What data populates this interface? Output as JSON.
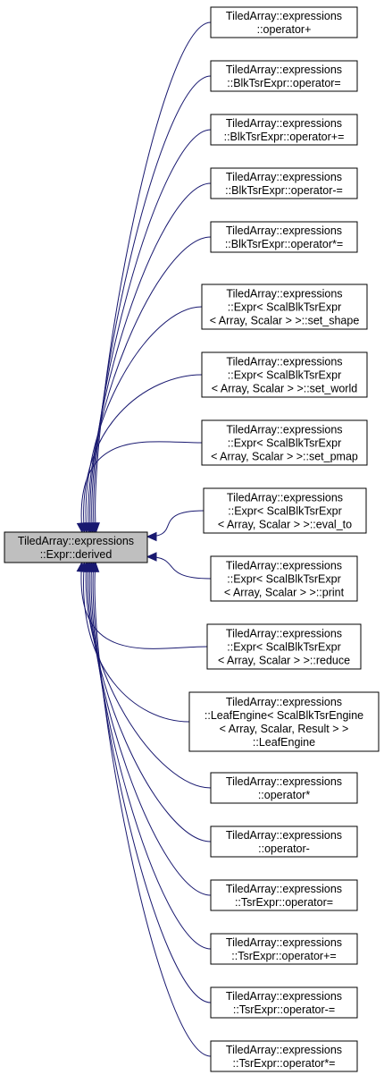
{
  "diagram": {
    "root": {
      "lines": [
        "TiledArray::expressions",
        "::Expr::derived"
      ]
    },
    "callers": [
      {
        "lines": [
          "TiledArray::expressions",
          "::operator+"
        ]
      },
      {
        "lines": [
          "TiledArray::expressions",
          "::BlkTsrExpr::operator="
        ]
      },
      {
        "lines": [
          "TiledArray::expressions",
          "::BlkTsrExpr::operator+="
        ]
      },
      {
        "lines": [
          "TiledArray::expressions",
          "::BlkTsrExpr::operator-="
        ]
      },
      {
        "lines": [
          "TiledArray::expressions",
          "::BlkTsrExpr::operator*="
        ]
      },
      {
        "lines": [
          "TiledArray::expressions",
          "::Expr< ScalBlkTsrExpr",
          "< Array, Scalar > >::set_shape"
        ]
      },
      {
        "lines": [
          "TiledArray::expressions",
          "::Expr< ScalBlkTsrExpr",
          "< Array, Scalar > >::set_world"
        ]
      },
      {
        "lines": [
          "TiledArray::expressions",
          "::Expr< ScalBlkTsrExpr",
          "< Array, Scalar > >::set_pmap"
        ]
      },
      {
        "lines": [
          "TiledArray::expressions",
          "::Expr< ScalBlkTsrExpr",
          "< Array, Scalar > >::eval_to"
        ]
      },
      {
        "lines": [
          "TiledArray::expressions",
          "::Expr< ScalBlkTsrExpr",
          "< Array, Scalar > >::print"
        ]
      },
      {
        "lines": [
          "TiledArray::expressions",
          "::Expr< ScalBlkTsrExpr",
          "< Array, Scalar > >::reduce"
        ]
      },
      {
        "lines": [
          "TiledArray::expressions",
          "::LeafEngine< ScalBlkTsrEngine",
          "< Array, Scalar, Result > >",
          "::LeafEngine"
        ]
      },
      {
        "lines": [
          "TiledArray::expressions",
          "::operator*"
        ]
      },
      {
        "lines": [
          "TiledArray::expressions",
          "::operator-"
        ]
      },
      {
        "lines": [
          "TiledArray::expressions",
          "::TsrExpr::operator="
        ]
      },
      {
        "lines": [
          "TiledArray::expressions",
          "::TsrExpr::operator+="
        ]
      },
      {
        "lines": [
          "TiledArray::expressions",
          "::TsrExpr::operator-="
        ]
      },
      {
        "lines": [
          "TiledArray::expressions",
          "::TsrExpr::operator*="
        ]
      }
    ],
    "colors": {
      "edge": "#191970",
      "root_fill": "#bfbfbf",
      "node_fill": "#ffffff",
      "border": "#000000"
    }
  }
}
